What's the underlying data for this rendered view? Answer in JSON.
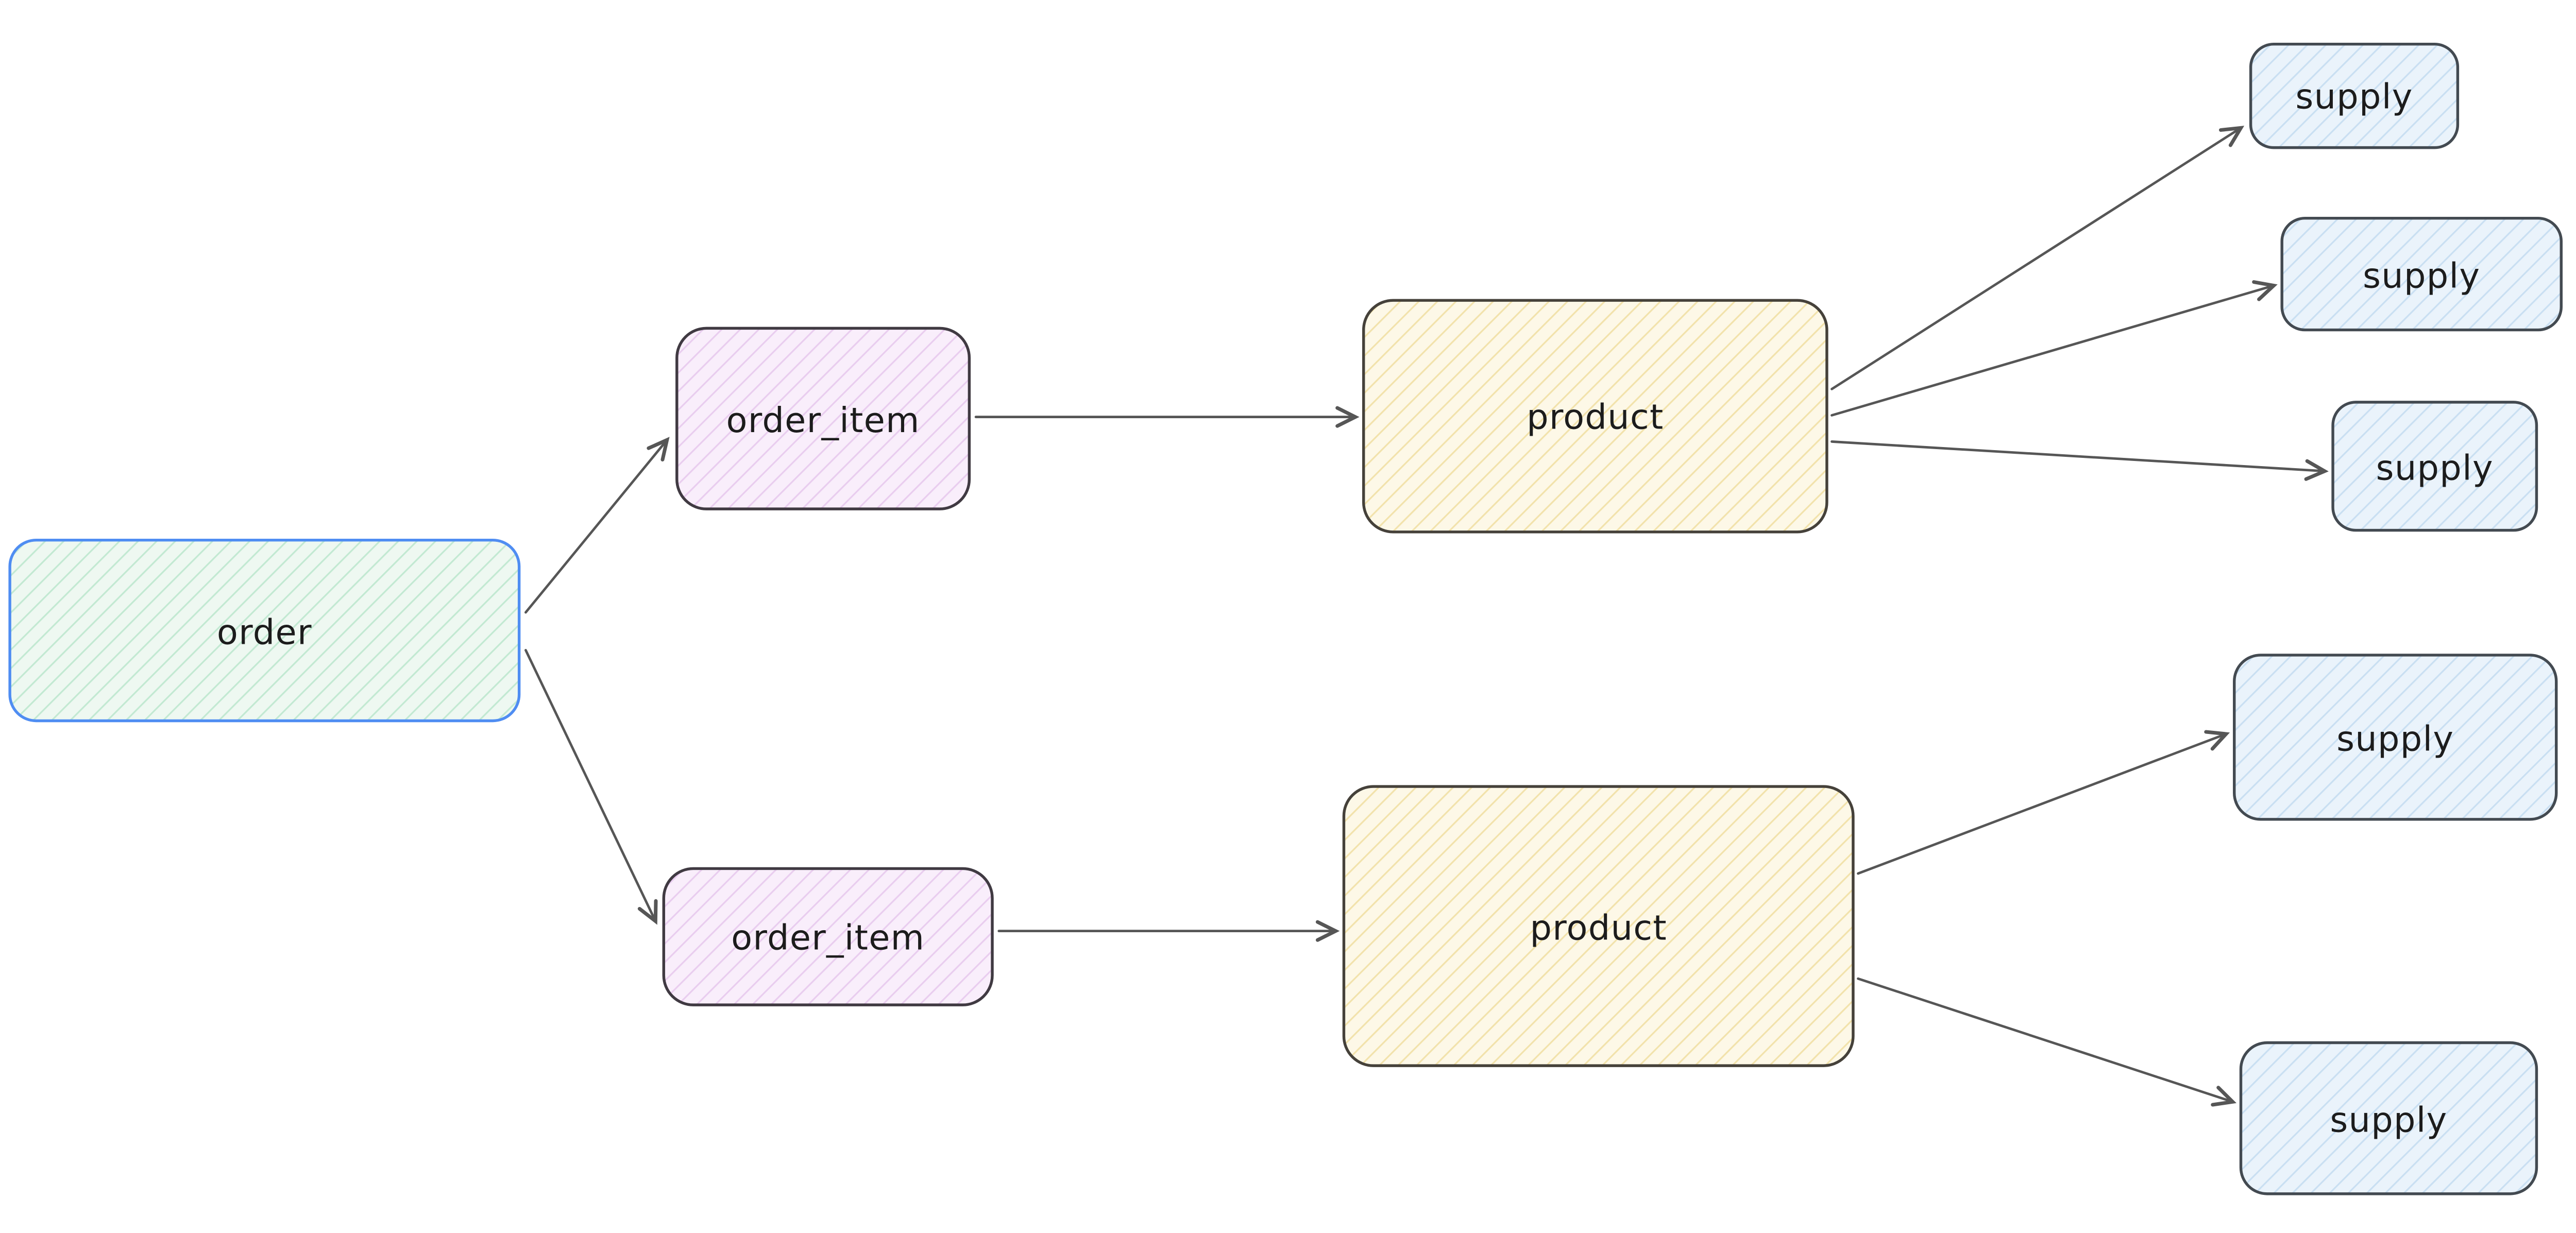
{
  "diagram": {
    "type": "flow",
    "nodes": [
      {
        "id": "order",
        "label": "order",
        "kind": "order"
      },
      {
        "id": "order_item_1",
        "label": "order_item",
        "kind": "order_item"
      },
      {
        "id": "order_item_2",
        "label": "order_item",
        "kind": "order_item"
      },
      {
        "id": "product_1",
        "label": "product",
        "kind": "product"
      },
      {
        "id": "product_2",
        "label": "product",
        "kind": "product"
      },
      {
        "id": "supply_1",
        "label": "supply",
        "kind": "supply"
      },
      {
        "id": "supply_2",
        "label": "supply",
        "kind": "supply"
      },
      {
        "id": "supply_3",
        "label": "supply",
        "kind": "supply"
      },
      {
        "id": "supply_4",
        "label": "supply",
        "kind": "supply"
      },
      {
        "id": "supply_5",
        "label": "supply",
        "kind": "supply"
      }
    ],
    "edges": [
      {
        "from": "order",
        "to": "order_item_1"
      },
      {
        "from": "order",
        "to": "order_item_2"
      },
      {
        "from": "order_item_1",
        "to": "product_1"
      },
      {
        "from": "order_item_2",
        "to": "product_2"
      },
      {
        "from": "product_1",
        "to": "supply_1"
      },
      {
        "from": "product_1",
        "to": "supply_2"
      },
      {
        "from": "product_1",
        "to": "supply_3"
      },
      {
        "from": "product_2",
        "to": "supply_4"
      },
      {
        "from": "product_2",
        "to": "supply_5"
      }
    ],
    "colors": {
      "order_fill": "#eef8f1",
      "order_hatch": "#c2e9d2",
      "order_stroke": "#4f8df2",
      "order_item_fill": "#f9eefb",
      "order_item_hatch": "#e9cdef",
      "order_item_stroke": "#403a42",
      "product_fill": "#fdf8e7",
      "product_hatch": "#f2e2ab",
      "product_stroke": "#45413a",
      "supply_fill": "#eaf3fb",
      "supply_hatch": "#c9dff2",
      "supply_stroke": "#434a51",
      "arrow": "#565656",
      "text": "#1c1c1c"
    }
  }
}
